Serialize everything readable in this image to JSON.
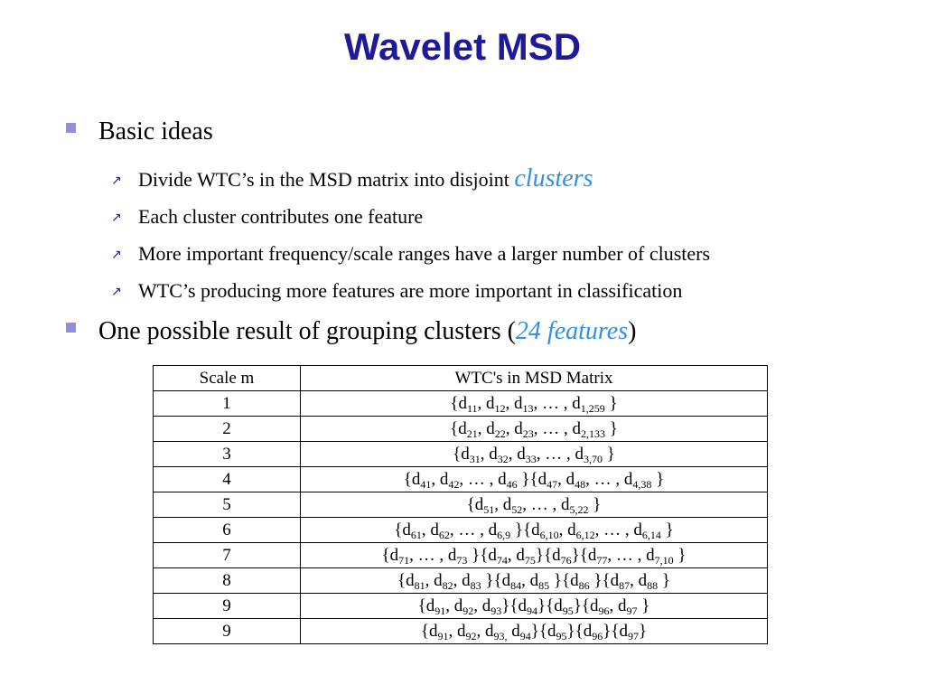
{
  "slide": {
    "title": "Wavelet MSD",
    "bullet1": {
      "text": "Basic ideas"
    },
    "subbullets": [
      {
        "text": "Divide WTC’s in the MSD matrix into disjoint ",
        "emph": "clusters"
      },
      {
        "text": "Each cluster contributes one feature"
      },
      {
        "text": "More important frequency/scale ranges have a larger number of clusters"
      },
      {
        "text": "WTC’s producing more features are more important in classification"
      }
    ],
    "bullet2": {
      "pre": "One possible result of grouping clusters  (",
      "emph": "24 features",
      "post": ")"
    },
    "colors": {
      "title": "#1f1a99",
      "bullet": "#8f8fde",
      "emphasis": "#2f8fe8"
    },
    "icons": {
      "bullet": "square-bullet-icon",
      "subbullet": "arrow-up-right-icon"
    }
  },
  "table": {
    "headers": [
      "Scale m",
      "WTC's in MSD Matrix"
    ],
    "rows": [
      {
        "scale": "1",
        "wtc": "{d<sub>11</sub>, d<sub>12</sub>, d<sub>13</sub>, … , d<sub>1,259</sub> }"
      },
      {
        "scale": "2",
        "wtc": "{d<sub>21</sub>, d<sub>22</sub>, d<sub>23</sub>, … , d<sub>2,133</sub> }"
      },
      {
        "scale": "3",
        "wtc": "{d<sub>31</sub>, d<sub>32</sub>, d<sub>33</sub>, … , d<sub>3,70</sub> }"
      },
      {
        "scale": "4",
        "wtc": "{d<sub>41</sub>, d<sub>42</sub>, … , d<sub>46</sub> }{d<sub>47</sub>, d<sub>48</sub>, … , d<sub>4,38</sub> }"
      },
      {
        "scale": "5",
        "wtc": "{d<sub>51</sub>, d<sub>52</sub>, … , d<sub>5,22</sub> }"
      },
      {
        "scale": "6",
        "wtc": "{d<sub>61</sub>, d<sub>62</sub>, … , d<sub>6,9</sub> }{d<sub>6,10</sub>, d<sub>6,12</sub>, … , d<sub>6,14</sub> }"
      },
      {
        "scale": "7",
        "wtc": "{d<sub>71</sub>, … , d<sub>73</sub> }{d<sub>74</sub>, d<sub>75</sub>}{d<sub>76</sub>}{d<sub>77</sub>, … , d<sub>7,10</sub> }"
      },
      {
        "scale": "8",
        "wtc": "{d<sub>81</sub>, d<sub>82</sub>, d<sub>83</sub> }{d<sub>84</sub>, d<sub>85</sub> }{d<sub>86</sub> }{d<sub>87</sub>, d<sub>88</sub> }"
      },
      {
        "scale": "9",
        "wtc": "{d<sub>91</sub>, d<sub>92</sub>, d<sub>93</sub>}{d<sub>94</sub>}{d<sub>95</sub>}{d<sub>96</sub>, d<sub>97</sub> }"
      },
      {
        "scale": "9",
        "wtc": "{d<sub>91</sub>, d<sub>92</sub>, d<sub>93,</sub> d<sub>94</sub>}{d<sub>95</sub>}{d<sub>96</sub>}{d<sub>97</sub>}"
      }
    ]
  }
}
